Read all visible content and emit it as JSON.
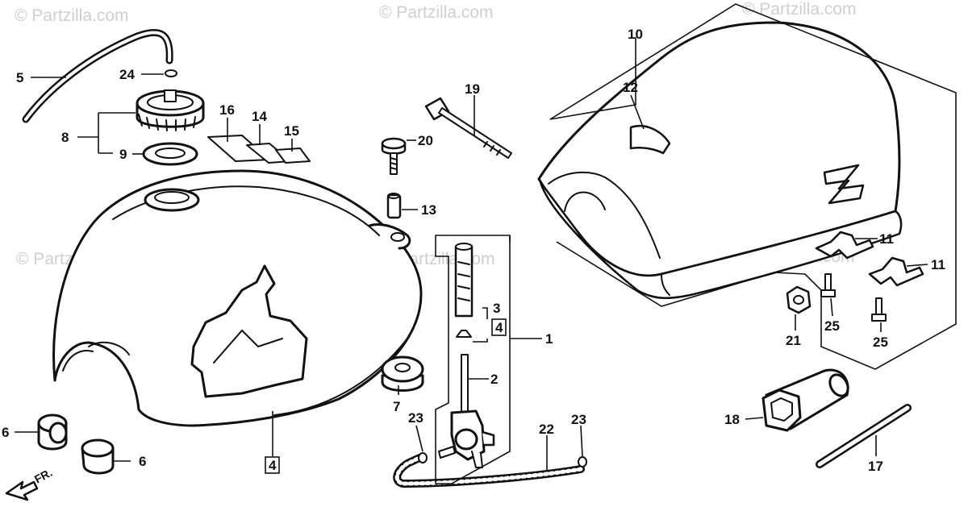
{
  "watermark": "© Partzilla.com",
  "direction_label": "FR.",
  "callouts": [
    {
      "id": "c-1",
      "label": "1"
    },
    {
      "id": "c-2",
      "label": "2"
    },
    {
      "id": "c-3",
      "label": "3"
    },
    {
      "id": "c-4a",
      "label": "4"
    },
    {
      "id": "c-4b",
      "label": "4"
    },
    {
      "id": "c-5",
      "label": "5"
    },
    {
      "id": "c-6a",
      "label": "6"
    },
    {
      "id": "c-6b",
      "label": "6"
    },
    {
      "id": "c-7",
      "label": "7"
    },
    {
      "id": "c-8",
      "label": "8"
    },
    {
      "id": "c-9",
      "label": "9"
    },
    {
      "id": "c-10",
      "label": "10"
    },
    {
      "id": "c-11a",
      "label": "11"
    },
    {
      "id": "c-11b",
      "label": "11"
    },
    {
      "id": "c-12",
      "label": "12"
    },
    {
      "id": "c-13",
      "label": "13"
    },
    {
      "id": "c-14",
      "label": "14"
    },
    {
      "id": "c-15",
      "label": "15"
    },
    {
      "id": "c-16",
      "label": "16"
    },
    {
      "id": "c-17",
      "label": "17"
    },
    {
      "id": "c-18",
      "label": "18"
    },
    {
      "id": "c-19",
      "label": "19"
    },
    {
      "id": "c-20",
      "label": "20"
    },
    {
      "id": "c-21",
      "label": "21"
    },
    {
      "id": "c-22",
      "label": "22"
    },
    {
      "id": "c-23a",
      "label": "23"
    },
    {
      "id": "c-23b",
      "label": "23"
    },
    {
      "id": "c-24",
      "label": "24"
    },
    {
      "id": "c-25a",
      "label": "25"
    },
    {
      "id": "c-25b",
      "label": "25"
    }
  ],
  "icons": {
    "fuel_tank": "fuel-tank-icon",
    "seat": "seat-icon",
    "fuel_cock": "fuel-cock-icon",
    "direction_arrow": "front-arrow-icon"
  }
}
